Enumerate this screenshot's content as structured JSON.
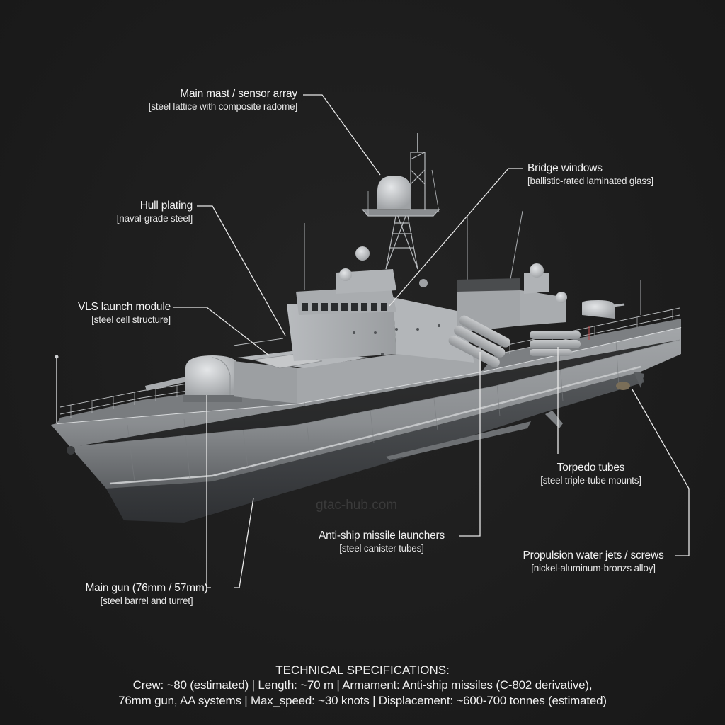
{
  "diagram": {
    "subject": "Missile corvette / fast attack craft",
    "watermark": "gtac-hub.com",
    "callouts": [
      {
        "id": "main-mast",
        "title": "Main mast / sensor array",
        "material": "[steel lattice with composite radome]"
      },
      {
        "id": "bridge-windows",
        "title": "Bridge windows",
        "material": "[ballistic-rated laminated glass]"
      },
      {
        "id": "hull-plating",
        "title": "Hull plating",
        "material": "[naval-grade steel]"
      },
      {
        "id": "vls-module",
        "title": "VLS launch module",
        "material": "[steel cell structure]"
      },
      {
        "id": "torpedo-tubes",
        "title": "Torpedo tubes",
        "material": "[steel triple-tube mounts]"
      },
      {
        "id": "anti-ship-missiles",
        "title": "Anti-ship missile launchers",
        "material": "[steel canister tubes]"
      },
      {
        "id": "propulsion",
        "title": "Propulsion water jets / screws",
        "material": "[nickel-aluminum-bronzs alloy]"
      },
      {
        "id": "main-gun",
        "title": "Main gun (76mm / 57mm)",
        "material": "[steel barrel and turret]"
      }
    ],
    "specs": {
      "heading": "TECHNICAL SPECIFICATIONS:",
      "line1": "Crew: ~80 (estimated) | Length: ~70 m | Armament: Anti-ship missiles (C-802 derivative),",
      "line2": "76mm gun, AA systems | Max_speed: ~30 knots | Displacement: ~600-700 tonnes (estimated)"
    },
    "colors": {
      "background": "#1c1c1c",
      "hull": "#8c8f92",
      "superstructure": "#a9acaf",
      "leader_line": "#e8e8e8",
      "text": "#f0f0f0"
    }
  }
}
